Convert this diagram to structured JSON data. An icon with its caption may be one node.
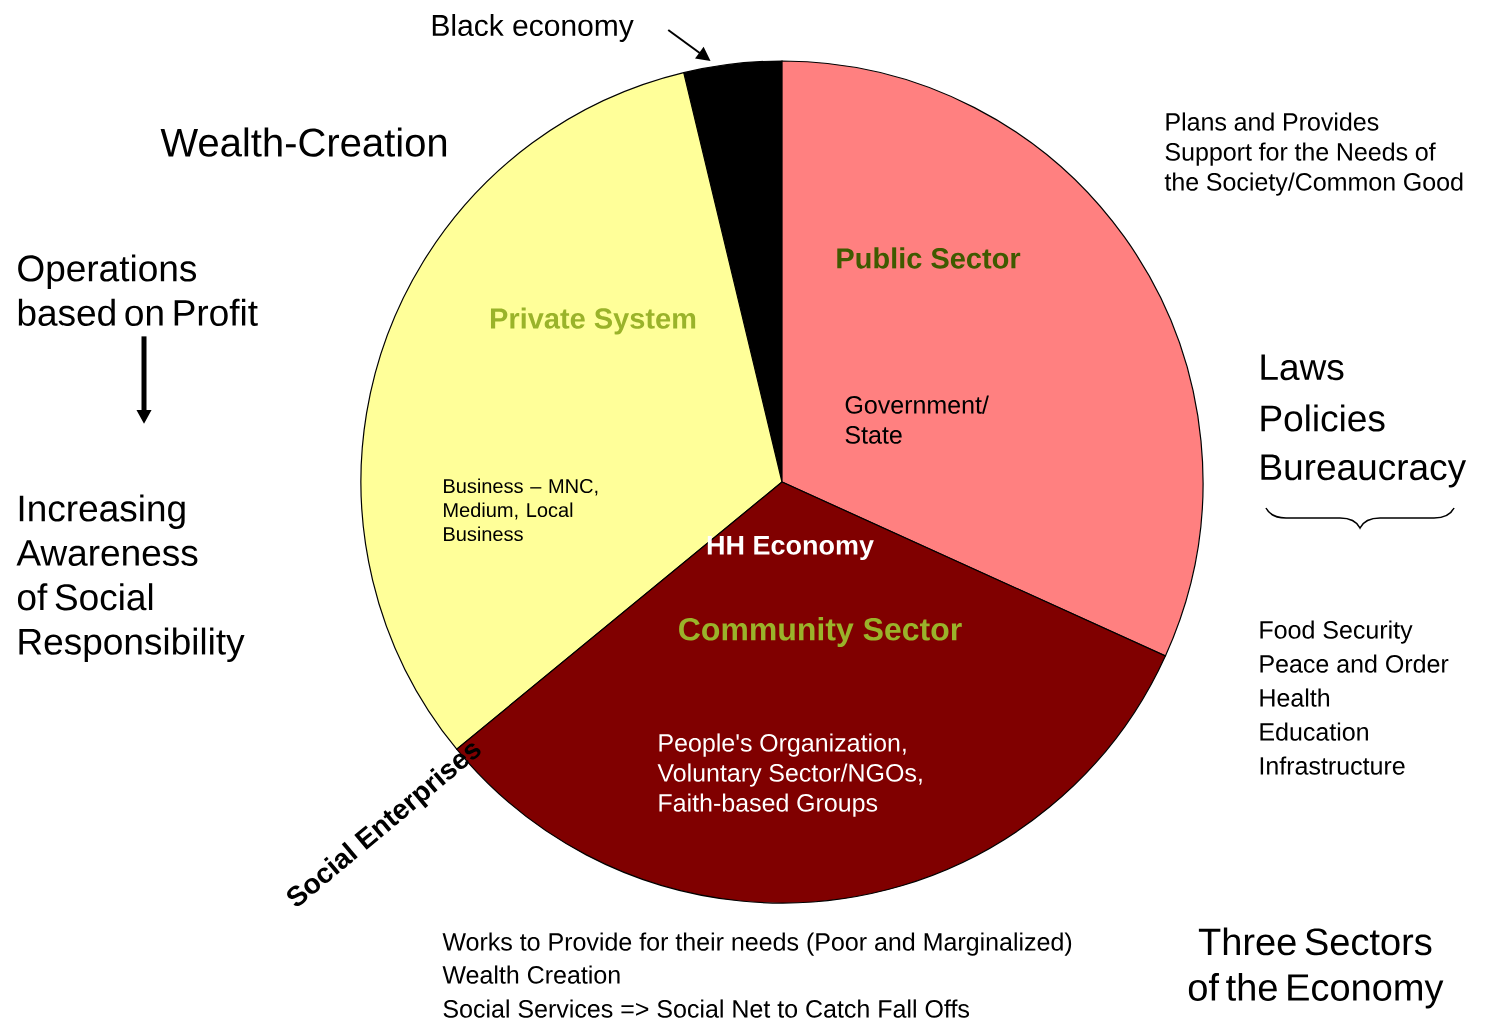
{
  "diagram": {
    "title": "Three Sectors of the Economy",
    "nodes": [
      {
        "text": [
          "Black economy"
        ]
      },
      {
        "text": [],
        "shape": "wedge"
      },
      {
        "text": [
          "Private System",
          "Business – MNC, Medium, Local Business"
        ]
      },
      {
        "text": [
          "Public Sector",
          "Government/ State"
        ]
      },
      {
        "text": [
          "HH Economy",
          "Community Sector",
          "People's Organization, Voluntary Sector/NGOs, Faith-based Groups"
        ]
      },
      {
        "text": [
          "Operations based on Profit"
        ]
      },
      {
        "text": [
          "Increasing Awareness of Social Responsibility"
        ]
      }
    ],
    "edges": [
      {
        "from": 0,
        "to": 1,
        "arrow": "to"
      },
      {
        "from": 5,
        "to": 6,
        "arrow": "to",
        "style": "thick"
      }
    ],
    "labels": [
      "Wealth-Creation",
      "Plans and Provides Support for the Needs of the Society/Common Good",
      "Laws",
      "Policies",
      "Bureaucracy",
      "Social Enterprises",
      "Food Security",
      "Peace and Order",
      "Health",
      "Education",
      "Infrastructure",
      "Works to Provide for their needs (Poor and Marginalized)",
      "Wealth Creation",
      "Social Services => Social Net to Catch Fall Offs"
    ]
  }
}
